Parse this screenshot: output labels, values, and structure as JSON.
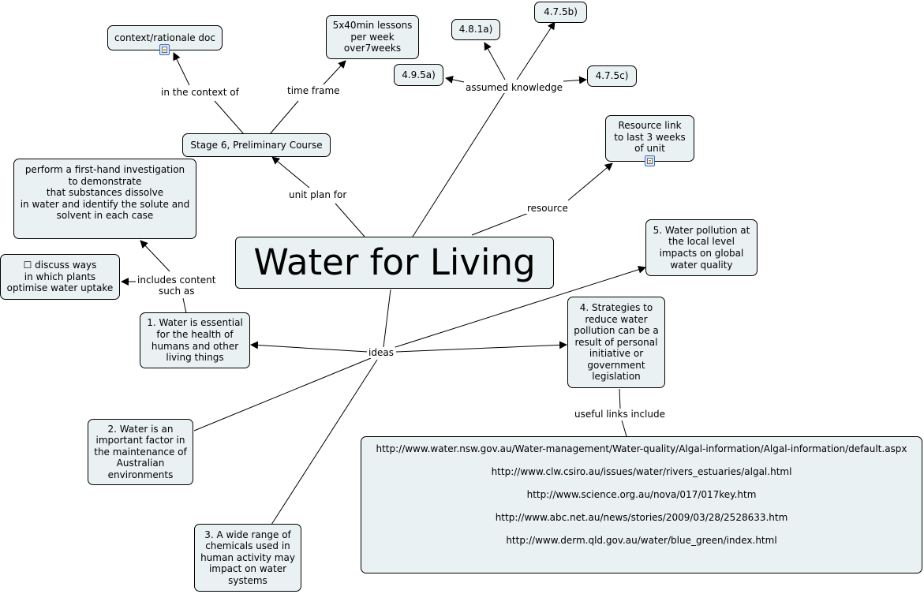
{
  "central": {
    "title": "Water for Living"
  },
  "nodes": {
    "stage6": "Stage 6, Preliminary Course",
    "context_doc": "context/rationale doc",
    "lessons": "5x40min lessons\nper week\nover7weeks",
    "k481a": "4.8.1a)",
    "k475b": "4.7.5b)",
    "k495a": "4.9.5a)",
    "k475c": "4.7.5c)",
    "resource_link": "Resource link\nto last 3 weeks\nof unit",
    "investigation": "perform a first-hand investigation\nto demonstrate\nthat substances dissolve\nin water and identify the solute and\nsolvent in each case",
    "plants": "☐ discuss ways\nin which plants\noptimise water uptake",
    "idea1": "1. Water is essential\nfor the health of\nhumans and other\nliving things",
    "idea2": "2. Water is an\nimportant factor in\nthe maintenance of\nAustralian\nenvironments",
    "idea3": "3. A wide range of\nchemicals used in\nhuman activity may\nimpact on water\nsystems",
    "idea4": "4. Strategies to\nreduce water\npollution can be a\nresult of personal\ninitiative or\ngovernment\nlegislation",
    "idea5": "5. Water pollution at\nthe local level\nimpacts on global\nwater quality",
    "useful_links": [
      "http://www.water.nsw.gov.au/Water-management/Water-quality/Algal-information/Algal-information/default.aspx",
      "http://www.clw.csiro.au/issues/water/rivers_estuaries/algal.html",
      "http://www.science.org.au/nova/017/017key.htm",
      "http://www.abc.net.au/news/stories/2009/03/28/2528633.htm",
      "http://www.derm.qld.gov.au/water/blue_green/index.html"
    ]
  },
  "labels": {
    "in_context_of": "in the context of",
    "time_frame": "time frame",
    "assumed_knowledge": "assumed knowledge",
    "unit_plan_for": "unit plan for",
    "resource": "resource",
    "includes_content": "includes content\nsuch as",
    "ideas": "ideas",
    "useful_links_include": "useful links include"
  },
  "icons": {
    "resource_doc": "document-icon"
  },
  "colors": {
    "node_fill": "#eaf1f3",
    "line": "#000000",
    "icon_fill": "#d7e6fb",
    "icon_border": "#3b6ec4"
  }
}
